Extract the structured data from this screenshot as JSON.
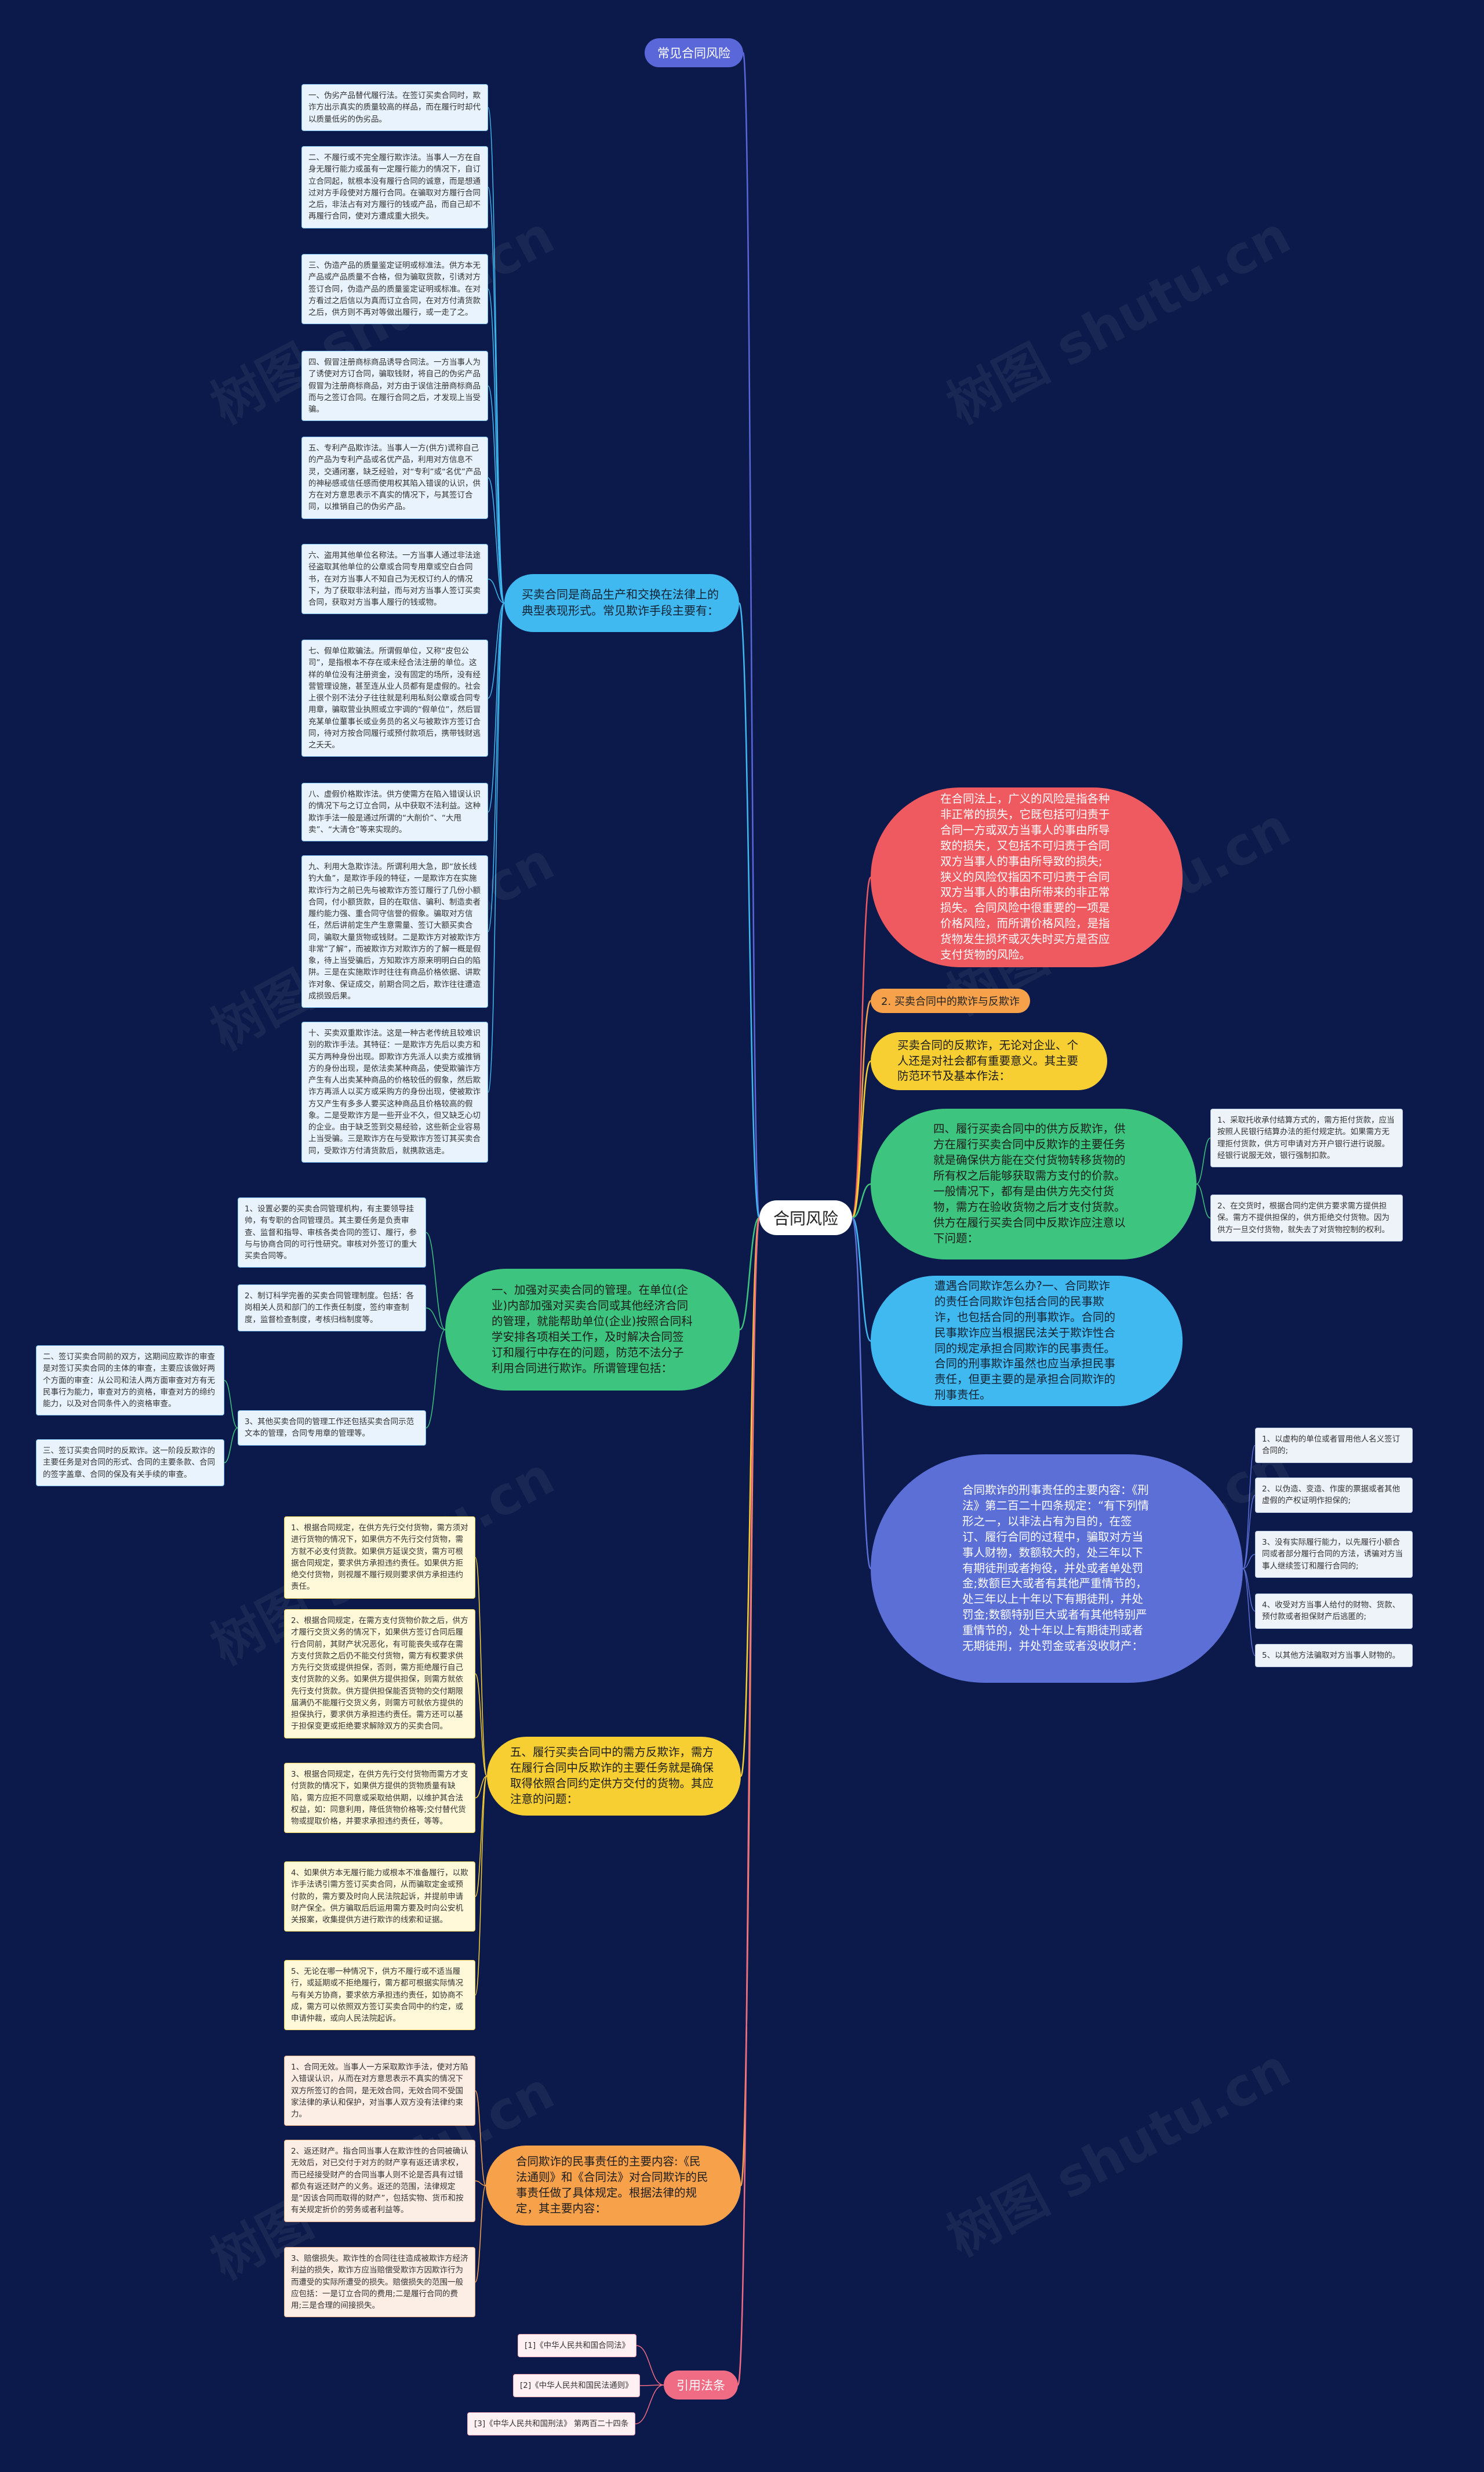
{
  "root": "合同风险",
  "watermark": "树图 shutu.cn",
  "colors": {
    "background": "#0b1a4a",
    "purple": "#5a67d8",
    "blue": "#40b8f0",
    "green": "#3dc47e",
    "yellow": "#f7cf32",
    "orange": "#f7a24b",
    "red": "#ef5960",
    "pink": "#f06b84",
    "indigo": "#5c6fd6"
  },
  "top_pill": "常见合同风险",
  "fraud_hub": "买卖合同是商品生产和交换在法律上的典型表现形式。常见欺诈手段主要有：",
  "fraud_leaves": [
    "一、伪劣产品替代履行法。在签订买卖合同时，欺诈方出示真实的质量较高的样品，而在履行时却代以质量低劣的伪劣品。",
    "二、不履行或不完全履行欺诈法。当事人一方在自身无履行能力或虽有一定履行能力的情况下，自订立合同起，就根本没有履行合同的诚意，而是想通过对方手段使对方履行合同。在骗取对方履行合同之后，非法占有对方履行的钱或产品，而自己却不再履行合同，使对方遭成重大损失。",
    "三、伪造产品的质量鉴定证明或标准法。供方本无产品或产品质量不合格，但为骗取货款，引诱对方签订合同，伪造产品的质量鉴定证明或标准。在对方看过之后信以为真而订立合同，在对方付清货款之后，供方则不再对等做出履行，或一走了之。",
    "四、假冒注册商标商品诱导合同法。一方当事人为了诱使对方订合同，骗取钱财，将自己的伪劣产品假冒为注册商标商品，对方由于误信注册商标商品而与之签订合同。在履行合同之后，才发现上当受骗。",
    "五、专利产品欺诈法。当事人一方(供方)谎称自己的产品为专利产品或名优产品，利用对方信息不灵，交通闭塞，缺乏经验，对“专利”或“名优”产品的神秘感或信任感而使用权其陷入错误的认识，供方在对方意思表示不真实的情况下，与其签订合同，以推销自己的伪劣产品。",
    "六、盗用其他单位名称法。一方当事人通过非法途径盗取其他单位的公章或合同专用章或空白合同书，在对方当事人不知自己为无权订约人的情况下，为了获取非法利益，而与对方当事人签订买卖合同，获取对方当事人履行的钱或物。",
    "七、假单位欺骗法。所谓假单位，又称“皮包公司”，是指根本不存在或未经合法注册的单位。这样的单位没有注册资金，没有固定的场所，没有经营管理设施，甚至连从业人员都有是虚假的。社会上很个别不法分子往往就是利用私刻公章或合同专用章，骗取营业执照或立宇调的“假单位”，然后冒充某单位董事长或业务员的名义与被欺诈方签订合同，待对方按合同履行或预付款项后，携带钱财逃之夭夭。",
    "八、虚假价格欺诈法。供方使需方在陷入错误认识的情况下与之订立合同，从中获取不法利益。这种欺诈手法一般是通过所谓的“大削价”、“大甩卖”、“大清仓”等来实现的。",
    "九、利用大急欺诈法。所谓利用大急，即“放长线钓大鱼”，是欺诈手段的特征，一是欺诈方在实施欺诈行为之前已先与被欺诈方签订履行了几份小额合同，付小额货款，目的在取信、骗利、制造卖者履约能力强、重合同守信誉的假象。骗取对方信任，然后讲前定生产生意需量、签订大额买卖合同，骗取大量货物或钱财。二是欺诈方对被欺诈方非常“了解”，而被欺诈方对欺诈方的了解一概是假象，待上当受骗后，方知欺诈方原来明明白白的陷阱。三是在实施欺诈时往往有商品价格依据、讲欺诈对象、保证成交，前期合同之后，欺诈往往遭造成损毁后果。",
    "十、买卖双重欺诈法。这是一种古老传统且较难识别的欺诈手法。其特征：一是欺诈方先后以卖方和买方两种身份出现。即欺诈方先派人以卖方或推销方的身份出现，是依法卖某种商品，使受欺骗诈方产生有人出卖某种商品的价格较低的假象，然后欺诈方再派人以买方或采购方的身份出现，使被欺诈方又产生有多多人要买这种商品且价格较高的假象。二是受欺诈方是一些开业不久，但又缺乏心切的企业。由于缺乏签到交易经验，这些新企业容易上当受骗。三是欺诈方在与受欺诈方签订其买卖合同，受欺诈方付清货款后，就携款逃走。"
  ],
  "manage_hub": "一、加强对买卖合同的管理。在单位(企业)内部加强对买卖合同或其他经济合同的管理，就能帮助单位(企业)按照合同科学安排各项相关工作，及时解决合同签订和履行中存在的问题，防范不法分子利用合同进行欺诈。所谓管理包括：",
  "manage_leaves": [
    "1、设置必要的买卖合同管理机构，有主要领导挂帅，有专职的合同管理员。其主要任务是负责审查、监督和指导、审核各类合同的签订、履行，参与与协商合同的可行性研究。审核对外签订的重大买卖合同等。",
    "2、制订科学完善的买卖合同管理制度。包括：各岗相关人员和部门的工作责任制度，签约审查制度，监督检查制度，考核归档制度等。",
    "3、其他买卖合同的管理工作还包括买卖合同示范文本的管理，合同专用章的管理等。"
  ],
  "manage_sub_leaves": [
    "二、签订买卖合同前的双方，这期间应欺诈的审查是对签订买卖合同的主体的审查，主要应该做好两个方面的审查：从公司和法人两方面审查对方有无民事行为能力，审查对方的资格，审查对方的缔约能力，以及对合同条件入的资格审查。",
    "三、签订买卖合同时的反欺诈。这一阶段反欺诈的主要任务是对合同的形式、合同的主要条款、合同的签字盖章、合同的保及有关手续的审查。"
  ],
  "buyer_hub": "五、履行买卖合同中的需方反欺诈，需方在履行合同中反欺诈的主要任务就是确保取得依照合同约定供方交付的货物。其应注意的问题：",
  "buyer_leaves": [
    "1、根据合同规定，在供方先行交付货物，需方须对进行货物的情况下，如果供方不先行交付货物，需方就不必支付货款。如果供方延误交货，需方可根据合同规定，要求供方承担违约责任。如果供方拒绝交付货物，则视履不履行规则要求供方承担违约责任。",
    "2、根据合同规定，在需方支付货物价款之后，供方才履行交货义务的情况下，如果供方签订合同后履行合同前，其财产状况恶化，有可能丧失或存在需方支付货款之后仍不能交付货物，需方有权要求供方先行交货或提供担保，否则，需方拒绝履行自己支付货款的义务。如果供方提供担保，则需方就依先行支付货款。供方提供担保能否货物的交付期限届满仍不能履行交货义务，则需方可就依方提供的担保执行，要求供方承担违约责任。需方还可以基于担保变更或拒绝要求解除双方的买卖合同。",
    "3、根据合同规定，在供方先行交付货物而需方才支付货款的情况下，如果供方提供的货物质量有缺陷，需方应拒不同意或采取给供期，以维护其合法权益，如：同意利用，降低货物价格等;交付替代货物或提取价格，并要求承担违约责任，等等。",
    "4、如果供方本无履行能力或根本不准备履行，以欺诈手法诱引需方签订买卖合同，从而骗取定金或预付款的，需方要及时向人民法院起诉，并提前申请财产保全。供方骗取后后运用需方要及时向公安机关报案，收集提供方进行欺诈的线索和证据。",
    "5、无论在哪一种情况下，供方不履行或不适当履行，或延期或不拒绝履行，需方都可根据实际情况与有关方协商，要求依方承担违约责任，如协商不成，需方可以依照双方签订买卖合同中的约定，或申请仲裁，或向人民法院起诉。"
  ],
  "civil_hub": "合同欺诈的民事责任的主要内容:《民法通则》和《合同法》对合同欺诈的民事责任做了具体规定。根据法律的规定，其主要内容：",
  "civil_leaves": [
    "1、合同无效。当事人一方采取欺诈手法，使对方陷入错误认识，从而在对方意思表示不真实的情况下双方所签订的合同，是无效合同，无效合同不受国家法律的承认和保护，对当事人双方没有法律约束力。",
    "2、返还财产。指合同当事人在欺诈性的合同被确认无效后，对已交付于对方的财产享有返还请求权，而已经接受财产的合同当事人则不论是否具有过错都负有返还财产的义务。返还的范围，法律规定是“因该合同而取得的财产”，包括实物、货币和按有关规定折价的劳务或者利益等。",
    "3、赔偿损失。欺诈性的合同往往造成被欺诈方经济利益的损失，欺诈方应当赔偿受欺诈方因欺诈行为而遭受的实际所遭受的损失。赔偿损失的范围一般应包括：一是订立合同的费用;二是履行合同的费用;三是合理的间接损失。"
  ],
  "law_pill": "引用法条",
  "law_leaves": [
    "[1]《中华人民共和国合同法》",
    "[2]《中华人民共和国民法通则》",
    "[3]《中华人民共和国刑法》 第两百二十四条"
  ],
  "red_hub": "在合同法上，广义的风险是指各种非正常的损失，它既包括可归责于合同一方或双方当事人的事由所导致的损失，又包括不可归责于合同双方当事人的事由所导致的损失;狭义的风险仅指因不可归责于合同双方当事人的事由所带来的非正常损失。合同风险中很重要的一项是价格风险，而所谓价格风险，是指货物发生损坏或灭失时买方是否应支付货物的风险。",
  "orange_pill": "2. 买卖合同中的欺诈与反欺诈",
  "yellow_hub": "买卖合同的反欺诈，无论对企业、个人还是对社会都有重要意义。其主要防范环节及基本作法：",
  "seller_hub": "四、履行买卖合同中的供方反欺诈，供方在履行买卖合同中反欺诈的主要任务就是确保供方能在交付货物转移货物的所有权之后能够获取需方支付的价款。一般情况下，都有是由供方先交付货物，需方在验收货物之后才支付货款。供方在履行买卖合同中反欺诈应注意以下问题：",
  "seller_leaves": [
    "1、采取托收承付结算方式的，需方拒付货款，应当按照人民银行结算办法的拒付规定抗。如果需方无理拒付货款，供方可申请对方开户银行进行说服。经银行说服无效，银行强制扣款。",
    "2、在交货时，根据合同约定供方要求需方提供担保。需方不提供担保的，供方拒绝交付货物。因为供方一旦交付货物，就失去了对货物控制的权利。"
  ],
  "blue_hub": "遭遇合同欺诈怎么办?一、合同欺诈的责任合同欺诈包括合同的民事欺诈，也包括合同的刑事欺诈。合同的民事欺诈应当根据民法关于欺诈性合同的规定承担合同欺诈的民事责任。合同的刑事欺诈虽然也应当承担民事责任，但更主要的是承担合同欺诈的刑事责任。",
  "criminal_hub": "合同欺诈的刑事责任的主要内容：《刑法》第二百二十四条规定：“有下列情形之一，以非法占有为目的，在签订、履行合同的过程中，骗取对方当事人财物，数额较大的，处三年以下有期徒刑或者拘役，并处或者单处罚金;数额巨大或者有其他严重情节的，处三年以上十年以下有期徒刑，并处罚金;数额特别巨大或者有其他特别严重情节的，处十年以上有期徒刑或者无期徒刑，并处罚金或者没收财产：",
  "criminal_leaves": [
    "1、以虚构的单位或者冒用他人名义签订合同的;",
    "2、以伪造、变造、作废的票据或者其他虚假的产权证明作担保的;",
    "3、没有实际履行能力，以先履行小额合同或者部分履行合同的方法，诱骗对方当事人继续签订和履行合同的;",
    "4、收受对方当事人给付的财物、货款、预付款或者担保财产后逃匿的;",
    "5、以其他方法骗取对方当事人财物的。"
  ]
}
